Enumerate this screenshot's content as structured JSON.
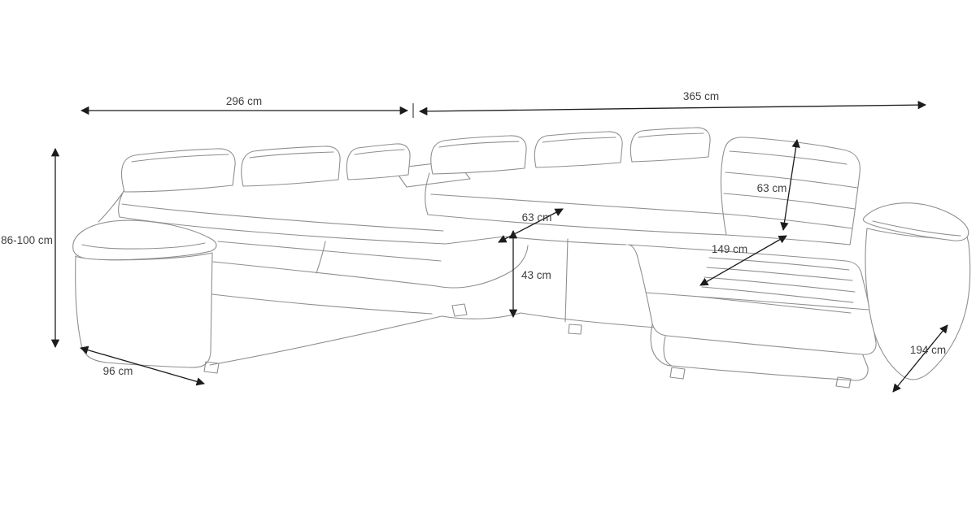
{
  "diagram": {
    "dimensions": {
      "back_width_left": "296 cm",
      "back_width_right": "365 cm",
      "height_range": "86-100 cm",
      "arm_side_depth": "96 cm",
      "seat_depth": "63 cm",
      "seat_height": "43 cm",
      "backrest_height": "63 cm",
      "chaise_length": "149 cm",
      "right_side_depth": "194 cm"
    },
    "colors": {
      "background": "#ffffff",
      "sofa_line": "#8f8f8f",
      "dimension_line": "#1c1c1c",
      "label_text": "#3f3f3f"
    }
  }
}
